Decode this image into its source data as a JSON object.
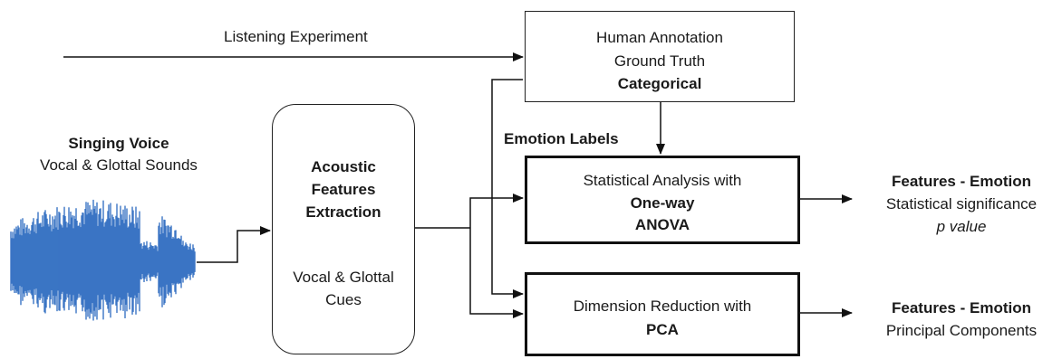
{
  "listening": {
    "label": "Listening Experiment"
  },
  "annotation": {
    "line1": "Human Annotation",
    "line2": "Ground Truth",
    "line3": "Categorical"
  },
  "singing": {
    "title": "Singing Voice",
    "subtitle": "Vocal & Glottal Sounds"
  },
  "extraction": {
    "line1": "Acoustic",
    "line2": "Features",
    "line3": "Extraction",
    "cue1": "Vocal & Glottal",
    "cue2": "Cues"
  },
  "emotion_labels": "Emotion Labels",
  "anova": {
    "line1": "Statistical Analysis with",
    "line2": "One-way",
    "line3": "ANOVA"
  },
  "pca": {
    "line1": "Dimension Reduction with",
    "line2": "PCA"
  },
  "output_stats": {
    "title": "Features - Emotion",
    "line1": "Statistical significance",
    "line2": "p value"
  },
  "output_pca": {
    "title": "Features - Emotion",
    "line1": "Principal Components"
  },
  "colors": {
    "waveform": "#3a75c4",
    "stroke": "#111111"
  }
}
